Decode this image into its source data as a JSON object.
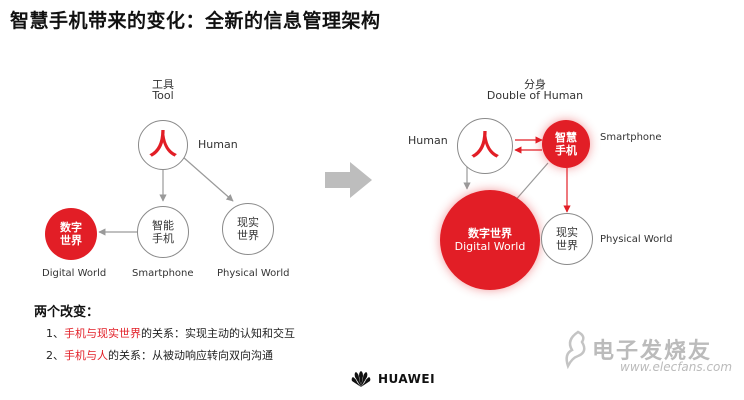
{
  "title": "智慧手机带来的变化：全新的信息管理架构",
  "left_diagram": {
    "heading_cn": "工具",
    "heading_en": "Tool",
    "human_glyph": "人",
    "human_label": "Human",
    "digital_world_circle": "数字\n世界",
    "digital_world_label": "Digital World",
    "smartphone_circle": "智能\n手机",
    "smartphone_label": "Smartphone",
    "physical_circle": "现实\n世界",
    "physical_label": "Physical World"
  },
  "right_diagram": {
    "heading_cn": "分身",
    "heading_en": "Double of Human",
    "human_label": "Human",
    "human_glyph": "人",
    "smartphone_circle": "智慧\n手机",
    "smartphone_label": "Smartphone",
    "digital_world_cn": "数字世界",
    "digital_world_en": "Digital World",
    "physical_circle": "现实\n世界",
    "physical_label": "Physical World"
  },
  "changes": {
    "title": "两个改变：",
    "item1_prefix": "1、",
    "item1_highlight": "手机与现实世界",
    "item1_rest": "的关系：实现主动的认知和交互",
    "item2_prefix": "2、",
    "item2_highlight": "手机与人",
    "item2_rest": "的关系：从被动响应转向双向沟通"
  },
  "brand": "HUAWEI",
  "watermark": {
    "text": "电子发烧友",
    "url": "www.elecfans.com"
  },
  "colors": {
    "accent": "#e21e26",
    "line": "#9a9a9a",
    "arrow": "#bdbdbd"
  }
}
